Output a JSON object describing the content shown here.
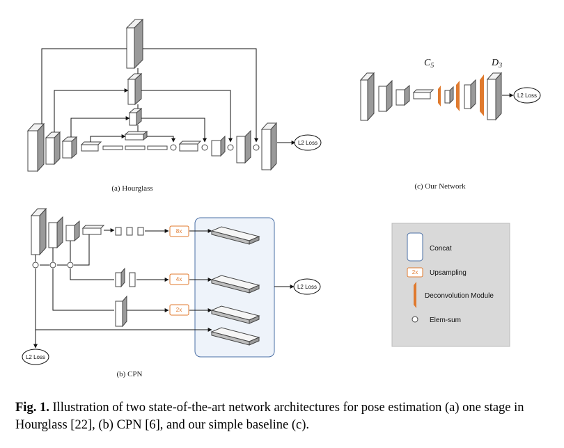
{
  "panels": {
    "hourglass": {
      "caption": "(a) Hourglass",
      "loss": "L2 Loss"
    },
    "ours": {
      "caption": "(c) Our Network",
      "loss": "L2 Loss",
      "label_c": "C",
      "label_c_sub": "5",
      "label_d": "D",
      "label_d_sub": "3"
    },
    "cpn": {
      "caption": "(b) CPN",
      "loss_right": "L2 Loss",
      "loss_left": "L2 Loss",
      "upsample": [
        "8x",
        "4x",
        "2x"
      ]
    }
  },
  "legend": {
    "concat": "Concat",
    "upsampling_badge": "2x",
    "upsampling": "Upsampling",
    "deconv": "Deconvolution Module",
    "elemsum": "Elem-sum"
  },
  "caption": {
    "label": "Fig. 1.",
    "text": "Illustration of two state-of-the-art network architectures for pose estimation (a) one stage in Hourglass [22], (b) CPN [6], and our simple baseline (c)."
  },
  "colors": {
    "accent": "#e07a2e",
    "panel_bg": "#eef3fa",
    "panel_border": "#4a6fa5",
    "legend_bg": "#d9d9d9"
  }
}
